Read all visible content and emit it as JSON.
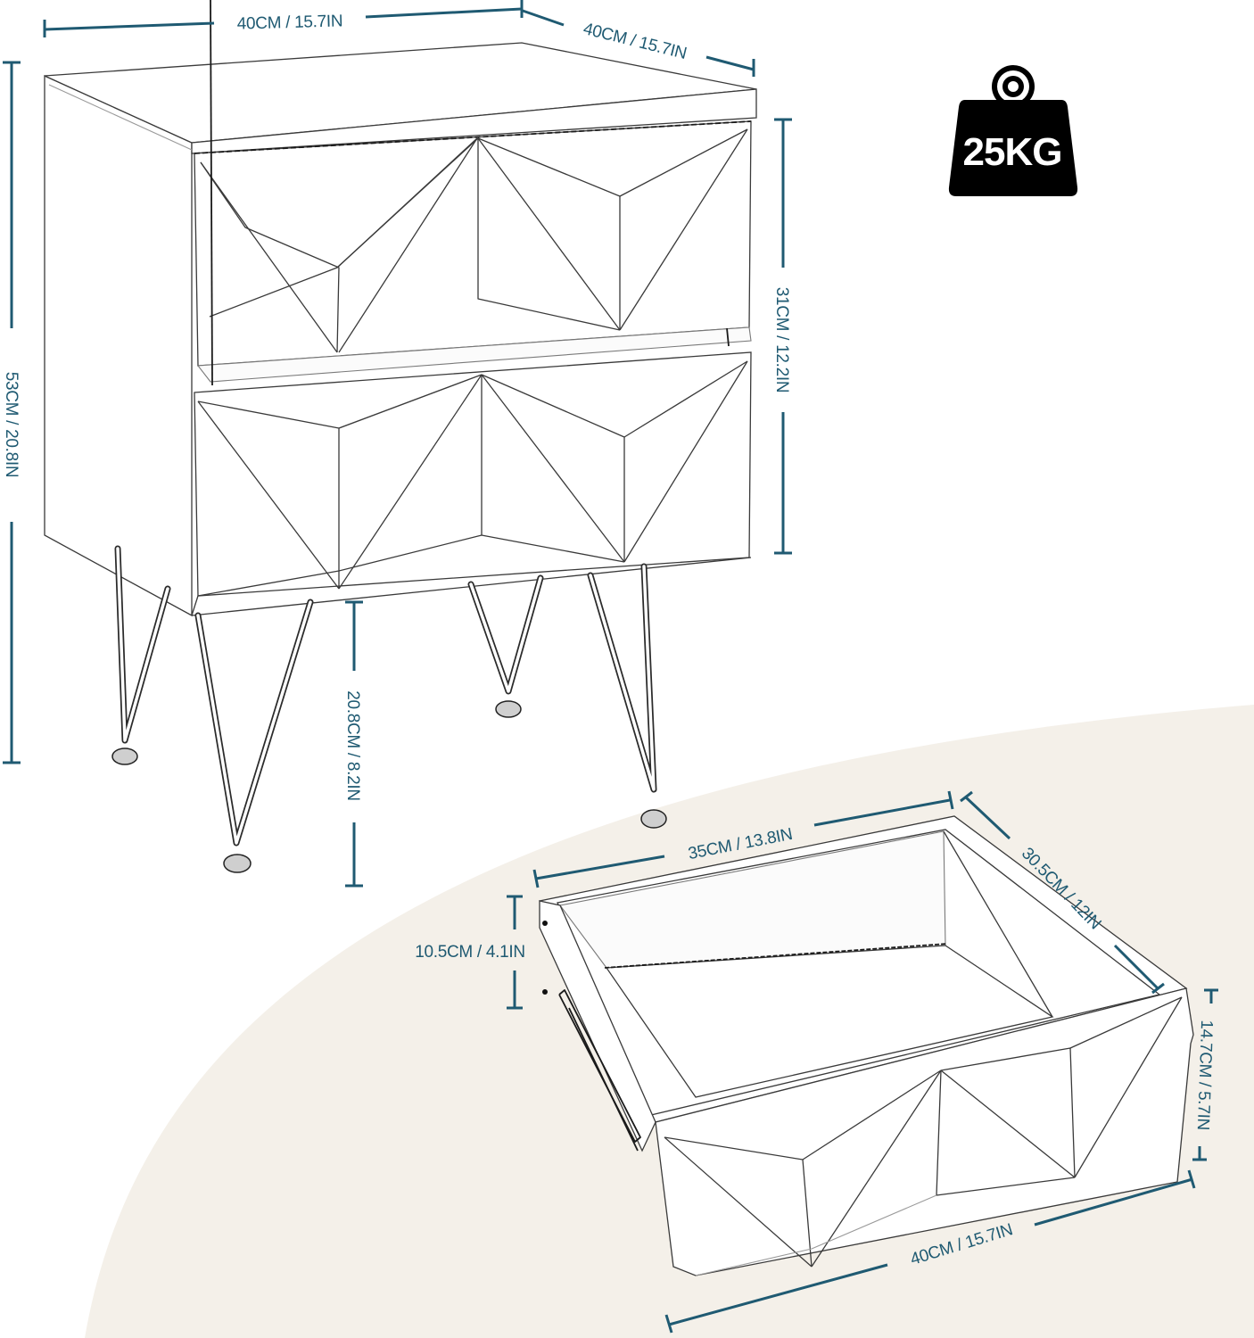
{
  "colors": {
    "dimension_blue": "#1f5a72",
    "background_arc": "#f4f0e9",
    "page_background": "#ffffff",
    "weight_icon": "#000000",
    "weight_text": "#ffffff"
  },
  "product": {
    "name": "2-drawer nightstand with geometric fronts and hairpin legs"
  },
  "weight_badge": {
    "icon": "weight-kettlebell-icon",
    "label": "25KG"
  },
  "cabinet_dimensions": {
    "width": "40CM / 15.7IN",
    "depth": "40CM / 15.7IN",
    "total_height": "53CM / 20.8IN",
    "body_height": "31CM / 12.2IN",
    "leg_height": "20.8CM / 8.2IN"
  },
  "drawer_dimensions": {
    "inner_width": "35CM / 13.8IN",
    "inner_depth": "30.5CM / 12IN",
    "inner_height": "10.5CM / 4.1IN",
    "front_height": "14.7CM / 5.7IN",
    "front_width": "40CM / 15.7IN"
  }
}
